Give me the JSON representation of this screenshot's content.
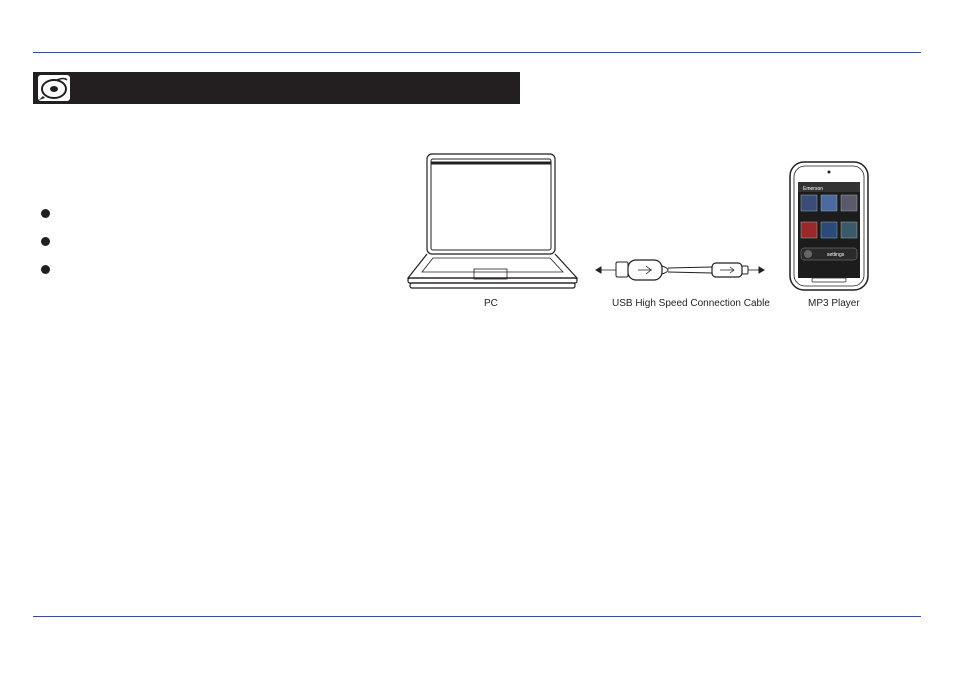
{
  "section": {
    "title": "",
    "icon": "disc-icon"
  },
  "bullets": [
    {
      "text": ""
    },
    {
      "text": ""
    },
    {
      "text": ""
    }
  ],
  "diagram": {
    "pc_label": "PC",
    "cable_label": "USB High Speed Connection Cable",
    "player_label": "MP3 Player",
    "player_screen": {
      "brand": "Emerson",
      "menu_item": "settings"
    }
  },
  "colors": {
    "rule": "#3a4a9a",
    "bar": "#231f20"
  }
}
